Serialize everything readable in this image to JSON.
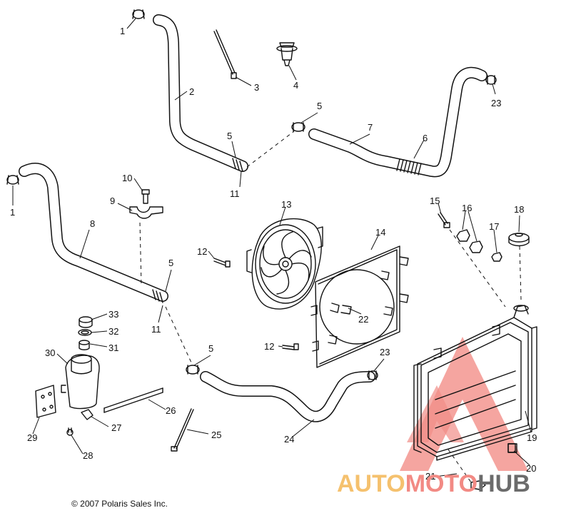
{
  "diagram": {
    "callouts": [
      "1",
      "1",
      "2",
      "3",
      "4",
      "5",
      "5",
      "5",
      "5",
      "6",
      "7",
      "8",
      "9",
      "10",
      "11",
      "11",
      "12",
      "12",
      "13",
      "14",
      "15",
      "16",
      "17",
      "18",
      "19",
      "20",
      "21",
      "22",
      "23",
      "23",
      "24",
      "25",
      "26",
      "27",
      "28",
      "29",
      "30",
      "31",
      "32",
      "33"
    ],
    "copyright": "© 2007 Polaris Sales Inc."
  },
  "watermark": {
    "part1": "AUTO",
    "part2": "MOTO",
    "part3": "HUB",
    "colors": {
      "auto": "#f5c16e",
      "moto": "#f28a84",
      "hub": "#6b6b6b",
      "triangle": "#f07a74"
    }
  }
}
